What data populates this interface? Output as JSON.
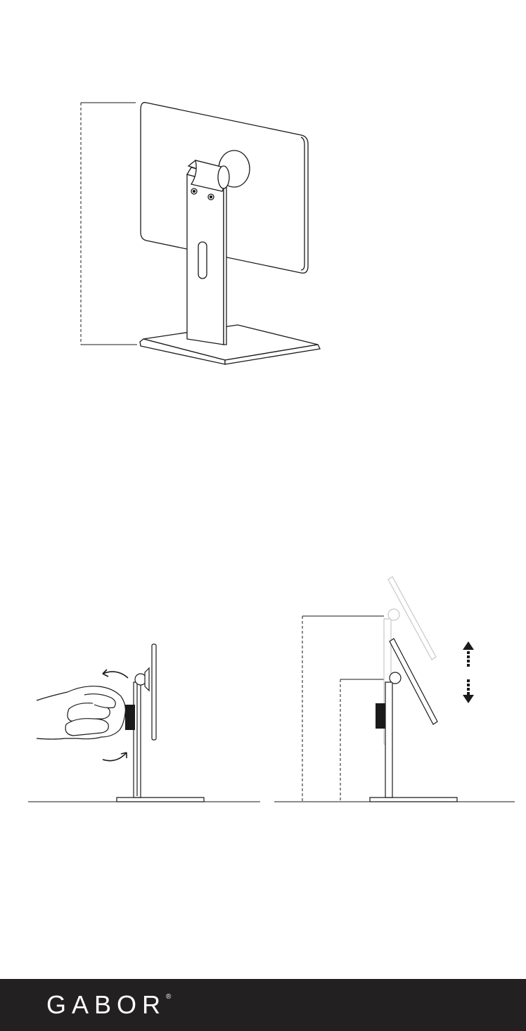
{
  "brand": {
    "name": "GABOR",
    "mark": "®"
  },
  "figures": {
    "top": "stand-rear-view",
    "left": "tilt-adjustment",
    "right": "height-adjustment"
  },
  "colors": {
    "line": "#1a1a1a",
    "ghost_line": "#c8c8c8",
    "footer_bg": "#232021",
    "footer_text": "#ffffff"
  }
}
